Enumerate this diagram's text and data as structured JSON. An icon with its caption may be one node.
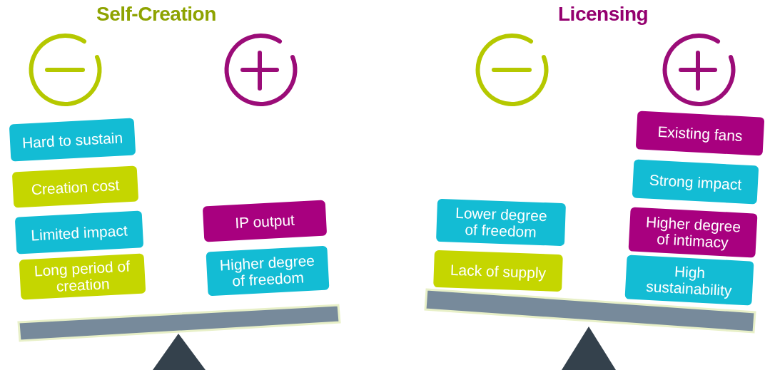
{
  "diagram": {
    "nodes": [
      {
        "text": [
          "Hard to sustain"
        ]
      },
      {
        "text": [
          "Creation cost"
        ]
      },
      {
        "text": [
          "Limited impact"
        ]
      },
      {
        "text": [
          "Long period of creation"
        ]
      },
      {
        "text": [
          "IP output"
        ]
      },
      {
        "text": [
          "Higher degree of freedom"
        ]
      },
      {
        "text": [
          "Lower degree of freedom"
        ]
      },
      {
        "text": [
          "Lack of supply"
        ]
      },
      {
        "text": [
          "Existing fans"
        ]
      },
      {
        "text": [
          "Strong impact"
        ]
      },
      {
        "text": [
          "Higher degree of intimacy"
        ]
      },
      {
        "text": [
          "High sustainability"
        ]
      }
    ],
    "labels": [
      "Self-Creation",
      "Licensing"
    ]
  }
}
